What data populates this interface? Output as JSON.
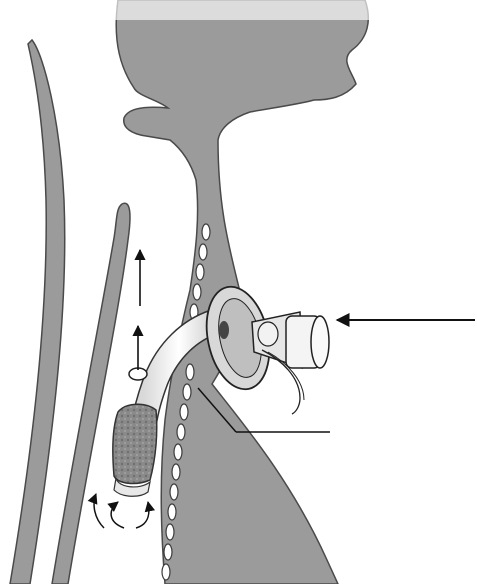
{
  "figure": {
    "labels": [],
    "colors": {
      "background": "#ffffff",
      "anatomy_fill": "#9b9b9b",
      "anatomy_stroke": "#4a4a4a",
      "line": "#111111",
      "tube_fill": "#e8e8e8",
      "cuff_fill": "#8c8c8c"
    },
    "icons": [
      "tracheostomy-tube",
      "inflated-cuff",
      "airflow-arrow",
      "pointer-line"
    ]
  }
}
